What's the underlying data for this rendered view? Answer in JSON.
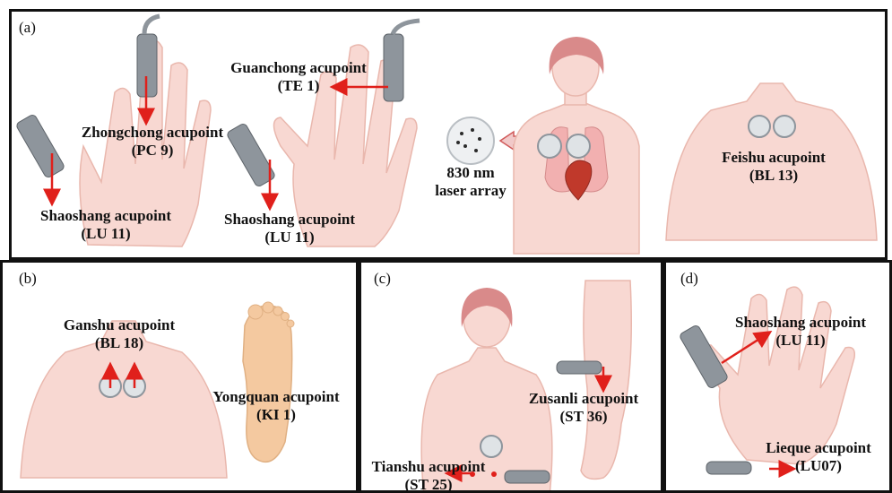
{
  "panels": {
    "a": {
      "tag": "(a)",
      "labels": {
        "zhongchong": {
          "name": "Zhongchong acupoint",
          "code": "(PC 9)"
        },
        "guanchong": {
          "name": "Guanchong acupoint",
          "code": "(TE 1)"
        },
        "shaoshang_left": {
          "name": "Shaoshang acupoint",
          "code": "(LU 11)"
        },
        "shaoshang_mid": {
          "name": "Shaoshang acupoint",
          "code": "(LU 11)"
        },
        "laser": {
          "line1": "830 nm",
          "line2": "laser array"
        },
        "feishu": {
          "name": "Feishu acupoint",
          "code": "(BL 13)"
        }
      }
    },
    "b": {
      "tag": "(b)",
      "labels": {
        "ganshu": {
          "name": "Ganshu acupoint",
          "code": "(BL 18)"
        },
        "yongquan": {
          "name": "Yongquan acupoint",
          "code": "(KI 1)"
        }
      }
    },
    "c": {
      "tag": "(c)",
      "labels": {
        "zusanli": {
          "name": "Zusanli acupoint",
          "code": "(ST 36)"
        },
        "tianshu": {
          "name": "Tianshu acupoint",
          "code": "(ST 25)"
        }
      }
    },
    "d": {
      "tag": "(d)",
      "labels": {
        "shaoshang": {
          "name": "Shaoshang acupoint",
          "code": "(LU 11)"
        },
        "lieque": {
          "name": "Lieque acupoint",
          "code": "(LU07)"
        }
      }
    }
  },
  "colors": {
    "skin": "#f8d8d2",
    "skin_edge": "#e9b7ad",
    "hair": "#d98a8a",
    "arrow": "#e0201b",
    "device": "#8e959c",
    "foot": "#f4c9a0"
  }
}
